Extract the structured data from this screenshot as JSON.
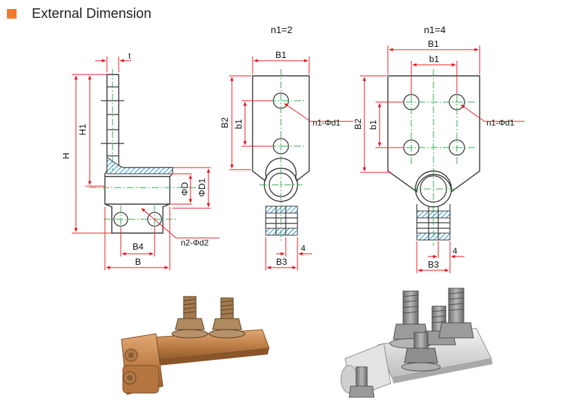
{
  "header": {
    "title": "External Dimension",
    "accent_color": "#f07a2e"
  },
  "colors": {
    "dimension": "#e8141b",
    "centerline": "#2ea84a",
    "hatch": "#1e90d6",
    "outline": "#333333",
    "copper": "#c98a4f",
    "steel": "#8c8c8c",
    "aluminium": "#d9d9d9"
  },
  "views": {
    "side": {
      "labels": {
        "t": "t",
        "H": "H",
        "H1": "H1",
        "D": "ΦD",
        "D1": "ΦD1",
        "B4": "B4",
        "B": "B",
        "holes": "n2-Φd2"
      }
    },
    "front_n2": {
      "title": "n1=2",
      "labels": {
        "B1": "B1",
        "B2": "B2",
        "b1": "b1",
        "holes": "n1-Φd1",
        "B3": "B3",
        "four": "4"
      }
    },
    "front_n4": {
      "title": "n1=4",
      "labels": {
        "B1": "B1",
        "b1_top": "b1",
        "B2": "B2",
        "b1_side": "b1",
        "holes": "n1-Φd1",
        "B3": "B3",
        "four": "4"
      }
    }
  },
  "photos": [
    {
      "name": "copper-terminal-photo",
      "material": "copper"
    },
    {
      "name": "aluminium-terminal-photo",
      "material": "aluminium"
    }
  ]
}
